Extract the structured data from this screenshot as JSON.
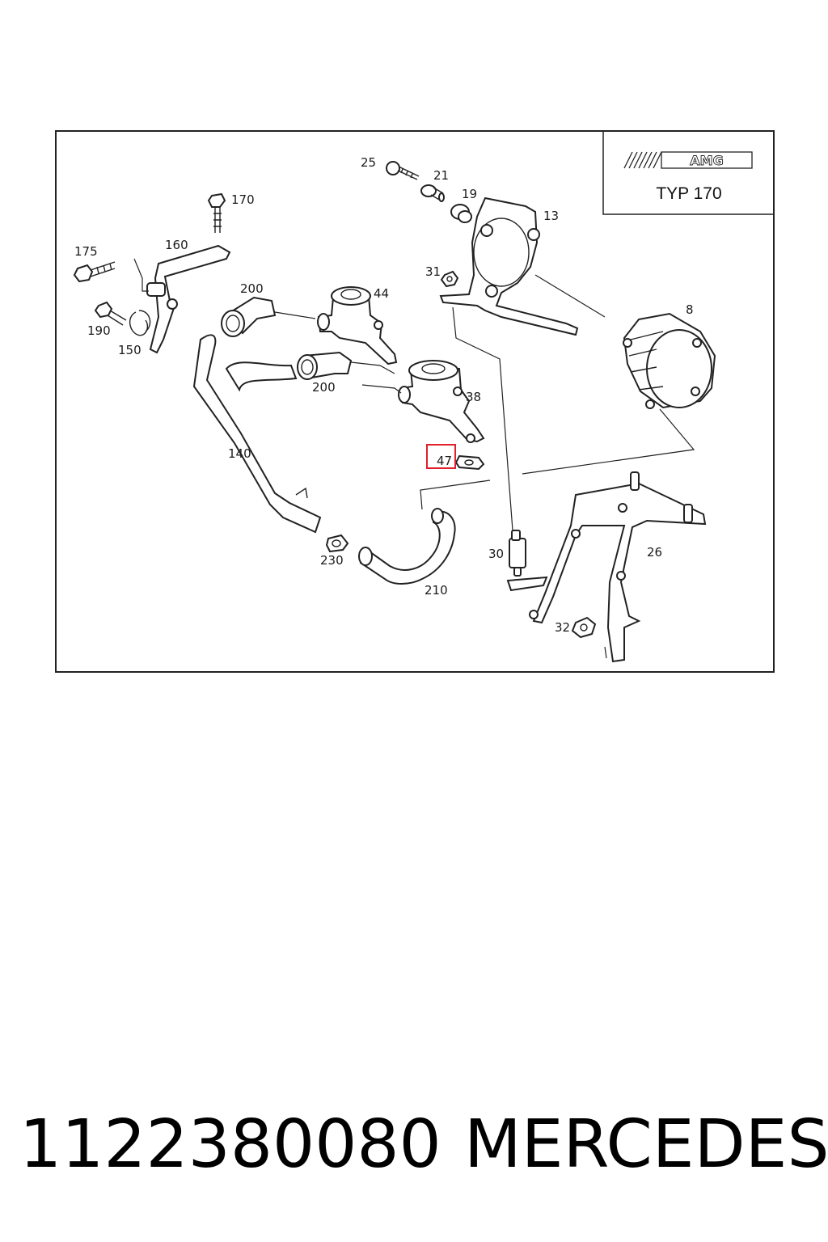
{
  "logo_text": "AMG",
  "model_label": "TYP 170",
  "highlighted_part": "47",
  "part_labels": {
    "p25": "25",
    "p21": "21",
    "p19": "19",
    "p13": "13",
    "p170": "170",
    "p175": "175",
    "p160": "160",
    "p31": "31",
    "p200a": "200",
    "p44": "44",
    "p8": "8",
    "p190": "190",
    "p150": "150",
    "p200b": "200",
    "p38": "38",
    "p140": "140",
    "p47": "47",
    "p30": "30",
    "p26": "26",
    "p230": "230",
    "p210": "210",
    "p32": "32"
  },
  "footer": {
    "part_number": "1122380080",
    "brand": "MERCEDES"
  },
  "colors": {
    "highlight": "#e0202a",
    "line": "#222222"
  }
}
